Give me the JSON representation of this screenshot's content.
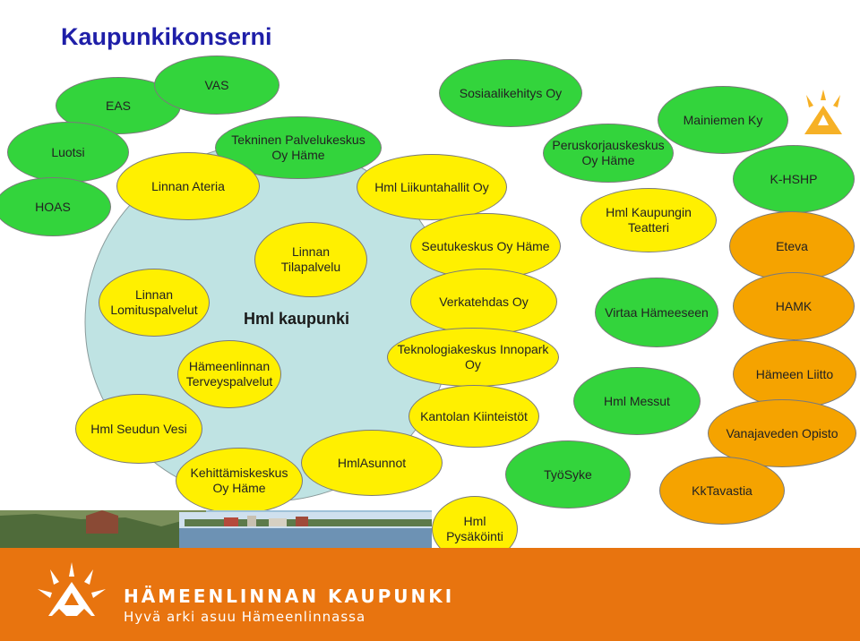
{
  "title": "Kaupunkikonserni",
  "center_label": "Hml kaupunki",
  "entities": [
    {
      "id": "eas",
      "label": "EAS",
      "color": "green"
    },
    {
      "id": "vas",
      "label": "VAS",
      "color": "green"
    },
    {
      "id": "luotsi",
      "label": "Luotsi",
      "color": "green"
    },
    {
      "id": "hoas",
      "label": "HOAS",
      "color": "green"
    },
    {
      "id": "tekninen",
      "label": "Tekninen Palvelukeskus\nOy Häme",
      "color": "green"
    },
    {
      "id": "linnan-ateria",
      "label": "Linnan Ateria",
      "color": "yellow"
    },
    {
      "id": "sosiaalikehitys",
      "label": "Sosiaalikehitys Oy",
      "color": "green"
    },
    {
      "id": "liikuntahallit",
      "label": "Hml Liikuntahallit Oy",
      "color": "yellow"
    },
    {
      "id": "peruskorjauskeskus",
      "label": "Peruskorjauskeskus\nOy Häme",
      "color": "green"
    },
    {
      "id": "mainiemen",
      "label": "Mainiemen Ky",
      "color": "green"
    },
    {
      "id": "k-hshp",
      "label": "K-HSHP",
      "color": "green"
    },
    {
      "id": "teatteri",
      "label": "Hml Kaupungin Teatteri",
      "color": "yellow"
    },
    {
      "id": "tilapalvelu",
      "label": "Linnan\nTilapalvelu",
      "color": "yellow"
    },
    {
      "id": "seutukeskus",
      "label": "Seutukeskus Oy Häme",
      "color": "yellow"
    },
    {
      "id": "eteva",
      "label": "Eteva",
      "color": "orange"
    },
    {
      "id": "lomituspalvelut",
      "label": "Linnan\nLomituspalvelut",
      "color": "yellow"
    },
    {
      "id": "verkatehdas",
      "label": "Verkatehdas Oy",
      "color": "yellow"
    },
    {
      "id": "virtaa",
      "label": "Virtaa Hämeeseen",
      "color": "green"
    },
    {
      "id": "hamk",
      "label": "HAMK",
      "color": "orange"
    },
    {
      "id": "terveyspalvelut",
      "label": "Hämeenlinnan\nTerveyspalvelut",
      "color": "yellow"
    },
    {
      "id": "innopark",
      "label": "Teknologiakeskus Innopark Oy",
      "color": "yellow"
    },
    {
      "id": "hameen-liitto",
      "label": "Hämeen Liitto",
      "color": "orange"
    },
    {
      "id": "seudun-vesi",
      "label": "Hml Seudun Vesi",
      "color": "yellow"
    },
    {
      "id": "kantolan",
      "label": "Kantolan Kiinteistöt",
      "color": "yellow"
    },
    {
      "id": "messut",
      "label": "Hml Messut",
      "color": "green"
    },
    {
      "id": "vanajaveden",
      "label": "Vanajaveden Opisto",
      "color": "orange"
    },
    {
      "id": "kehittamiskeskus",
      "label": "Kehittämiskeskus\nOy Häme",
      "color": "yellow"
    },
    {
      "id": "hmlasunnot",
      "label": "HmlAsunnot",
      "color": "yellow"
    },
    {
      "id": "tyosyke",
      "label": "TyöSyke",
      "color": "green"
    },
    {
      "id": "kktavastia",
      "label": "KkTavastia",
      "color": "orange"
    },
    {
      "id": "pysakointi",
      "label": "Hml Pysäköinti",
      "color": "yellow"
    }
  ],
  "brand": {
    "name": "HÄMEENLINNAN KAUPUNKI",
    "tagline": "Hyvä arki asuu Hämeenlinnassa"
  },
  "colors": {
    "green": "#33d43c",
    "yellow": "#fff000",
    "orange": "#f5a300",
    "center": "#bfe3e3",
    "title": "#1f1fa8",
    "footer": "#e8740f"
  }
}
